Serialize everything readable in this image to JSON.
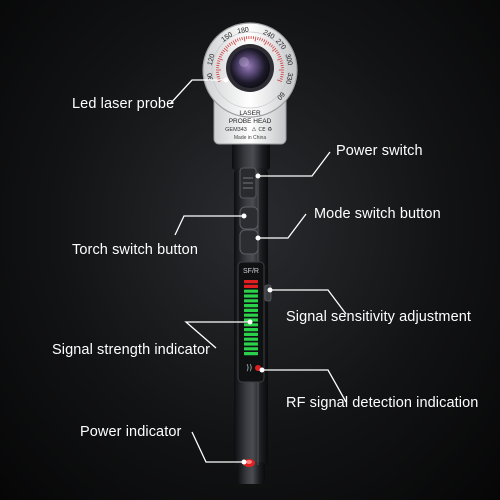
{
  "probe_head": {
    "dial_numbers": [
      "150",
      "180",
      "240",
      "270",
      "300",
      "330",
      "120",
      "90",
      "60"
    ],
    "plate_line1": "LASER",
    "plate_line2": "PROBE  HEAD",
    "model": "GEM343",
    "origin": "Made in China"
  },
  "panel_label": "SF/R",
  "callouts": {
    "laser_probe": "Led laser probe",
    "power_switch": "Power switch",
    "mode_switch": "Mode switch button",
    "torch_switch": "Torch switch button",
    "sensitivity": "Signal sensitivity adjustment",
    "strength": "Signal strength indicator",
    "rf_detection": "RF signal detection indication",
    "power_indicator": "Power indicator"
  },
  "signal_meter": {
    "lit_fraction": 1.0,
    "segments": 16
  },
  "colors": {
    "led_red": "#e02020",
    "led_green": "#2bd14a",
    "body_dark": "#1b1c1f",
    "callout_line": "#ffffff"
  }
}
